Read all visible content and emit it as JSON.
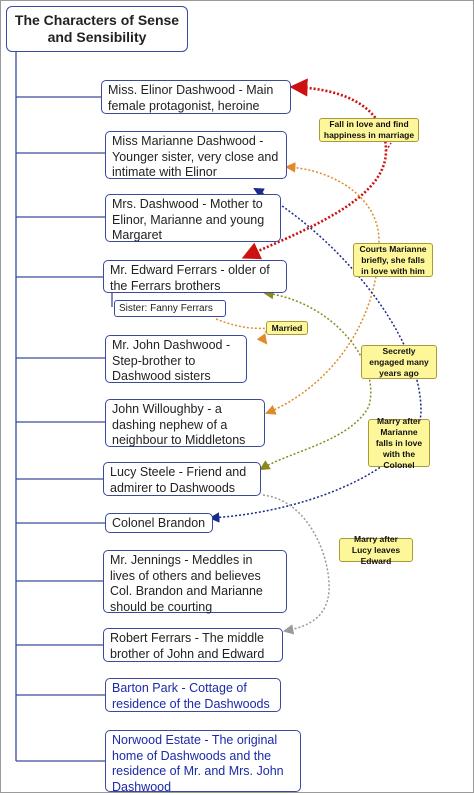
{
  "title": "The Characters of Sense and Sensibility",
  "characters": [
    "Miss. Elinor Dashwood - Main female protagonist, heroine",
    "Miss Marianne Dashwood - Younger sister, very close and intimate with Elinor",
    "Mrs. Dashwood - Mother to Elinor, Marianne and young Margaret",
    "Mr. Edward Ferrars - older of the Ferrars brothers",
    "Mr. John Dashwood - Step-brother to Dashwood sisters",
    "John Willoughby - a dashing nephew of a neighbour to Middletons",
    "Lucy Steele - Friend and admirer to Dashwoods",
    "Colonel Brandon",
    "Mr. Jennings - Meddles in lives of others and believes Col. Brandon and Marianne should be courting",
    "Robert Ferrars - The middle brother of John and Edward",
    "Barton Park - Cottage of residence of the Dashwoods",
    "Norwood Estate - The original home of Dashwoods and the residence of Mr. and Mrs. John Dashwood"
  ],
  "subtopic": "Sister: Fanny Ferrars",
  "relationships": [
    "Fall in love and find happiness in marriage",
    "Married",
    "Courts Marianne briefly, she falls in love with him",
    "Secretly engaged many years ago",
    "Marry after Marianne falls in love with the Colonel",
    "Marry after Lucy leaves Edward"
  ],
  "colors": {
    "node_border": "#3a4a9c",
    "callout_fill": "#fdf79a",
    "link_red": "#cc1111",
    "link_orange": "#e08a2a",
    "link_olive": "#8a8a1a",
    "link_navy": "#1a2a88",
    "link_gray": "#9a9a9a"
  }
}
